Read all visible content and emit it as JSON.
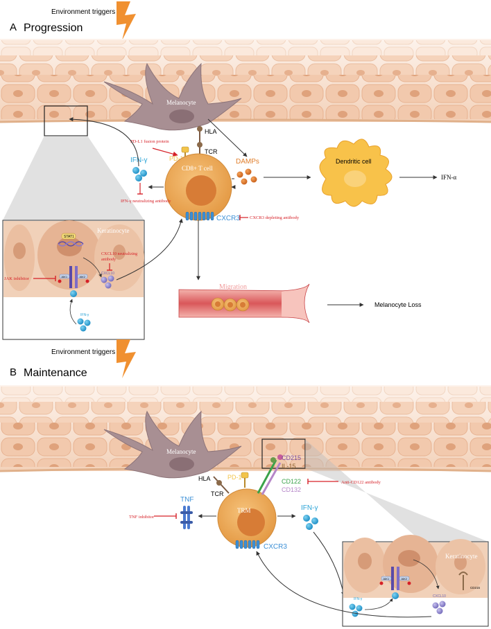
{
  "panel_a": {
    "environment_triggers": "Environment triggers",
    "panel_letter": "A",
    "panel_title": "Progression",
    "melanocyte": "Melanocyte",
    "hla": "HLA",
    "tcr": "TCR",
    "pd1": "PD-1",
    "pdl1_fusion": "PD-L1 fusion protein",
    "cd8_t_cell": "CD8+ T cell",
    "ifn_gamma": "IFN-γ",
    "ifn_gamma_neutralizing": "IFN-γ neutralizing antibody",
    "damps": "DAMPs",
    "dendritic_cell": "Dendritic cell",
    "ifn_alpha": "IFN-α",
    "cxcr3": "CXCR3",
    "cxcr3_depleting": "CXCR3 depleting antibody",
    "keratinocyte": "Keratinocyte",
    "stat1": "STAT1",
    "cxcl10_neutralizing_1": "CXCL10 neutralizing",
    "cxcl10_neutralizing_2": "antibody",
    "cxcl10": "CXCL10",
    "jak_inhibitor": "JAK inhibitor",
    "jak1": "JAK1",
    "jak2": "JAK2",
    "inset_ifn_gamma": "IFN-γ",
    "migration": "Migration",
    "melanocyte_loss": "Melanocyte Loss"
  },
  "panel_b": {
    "environment_triggers": "Environment triggers",
    "panel_letter": "B",
    "panel_title": "Maintenance",
    "melanocyte": "Melanocyte",
    "hla": "HLA",
    "tcr": "TCR",
    "pd1": "PD-1",
    "trm": "TRM",
    "cd215": "CD215",
    "il15": "IL-15",
    "cd122": "CD122",
    "cd132": "CD132",
    "anti_cd122": "Anti-CD122 antibody",
    "tnf": "TNF",
    "tnf_inhibitor": "TNF inhibitor",
    "ifn_gamma": "IFN-γ",
    "cxcr3": "CXCR3",
    "keratinocyte": "Keratinocyte",
    "cd215_small": "CD215",
    "jak1": "JAK1",
    "jak2": "JAK2",
    "inset_ifn_gamma": "IFN-γ",
    "cxcl10": "CXCL10"
  },
  "colors": {
    "red_inhibitor": "#d62027",
    "cxcr3_blue": "#3b8fd6",
    "ifn_blue": "#2aa3d6",
    "pd1_yellow": "#f2c44a",
    "damps_orange": "#e07d2a",
    "cd122_green": "#3aa24a",
    "cd132_purple": "#b586c8",
    "lightning": "#f09030"
  }
}
